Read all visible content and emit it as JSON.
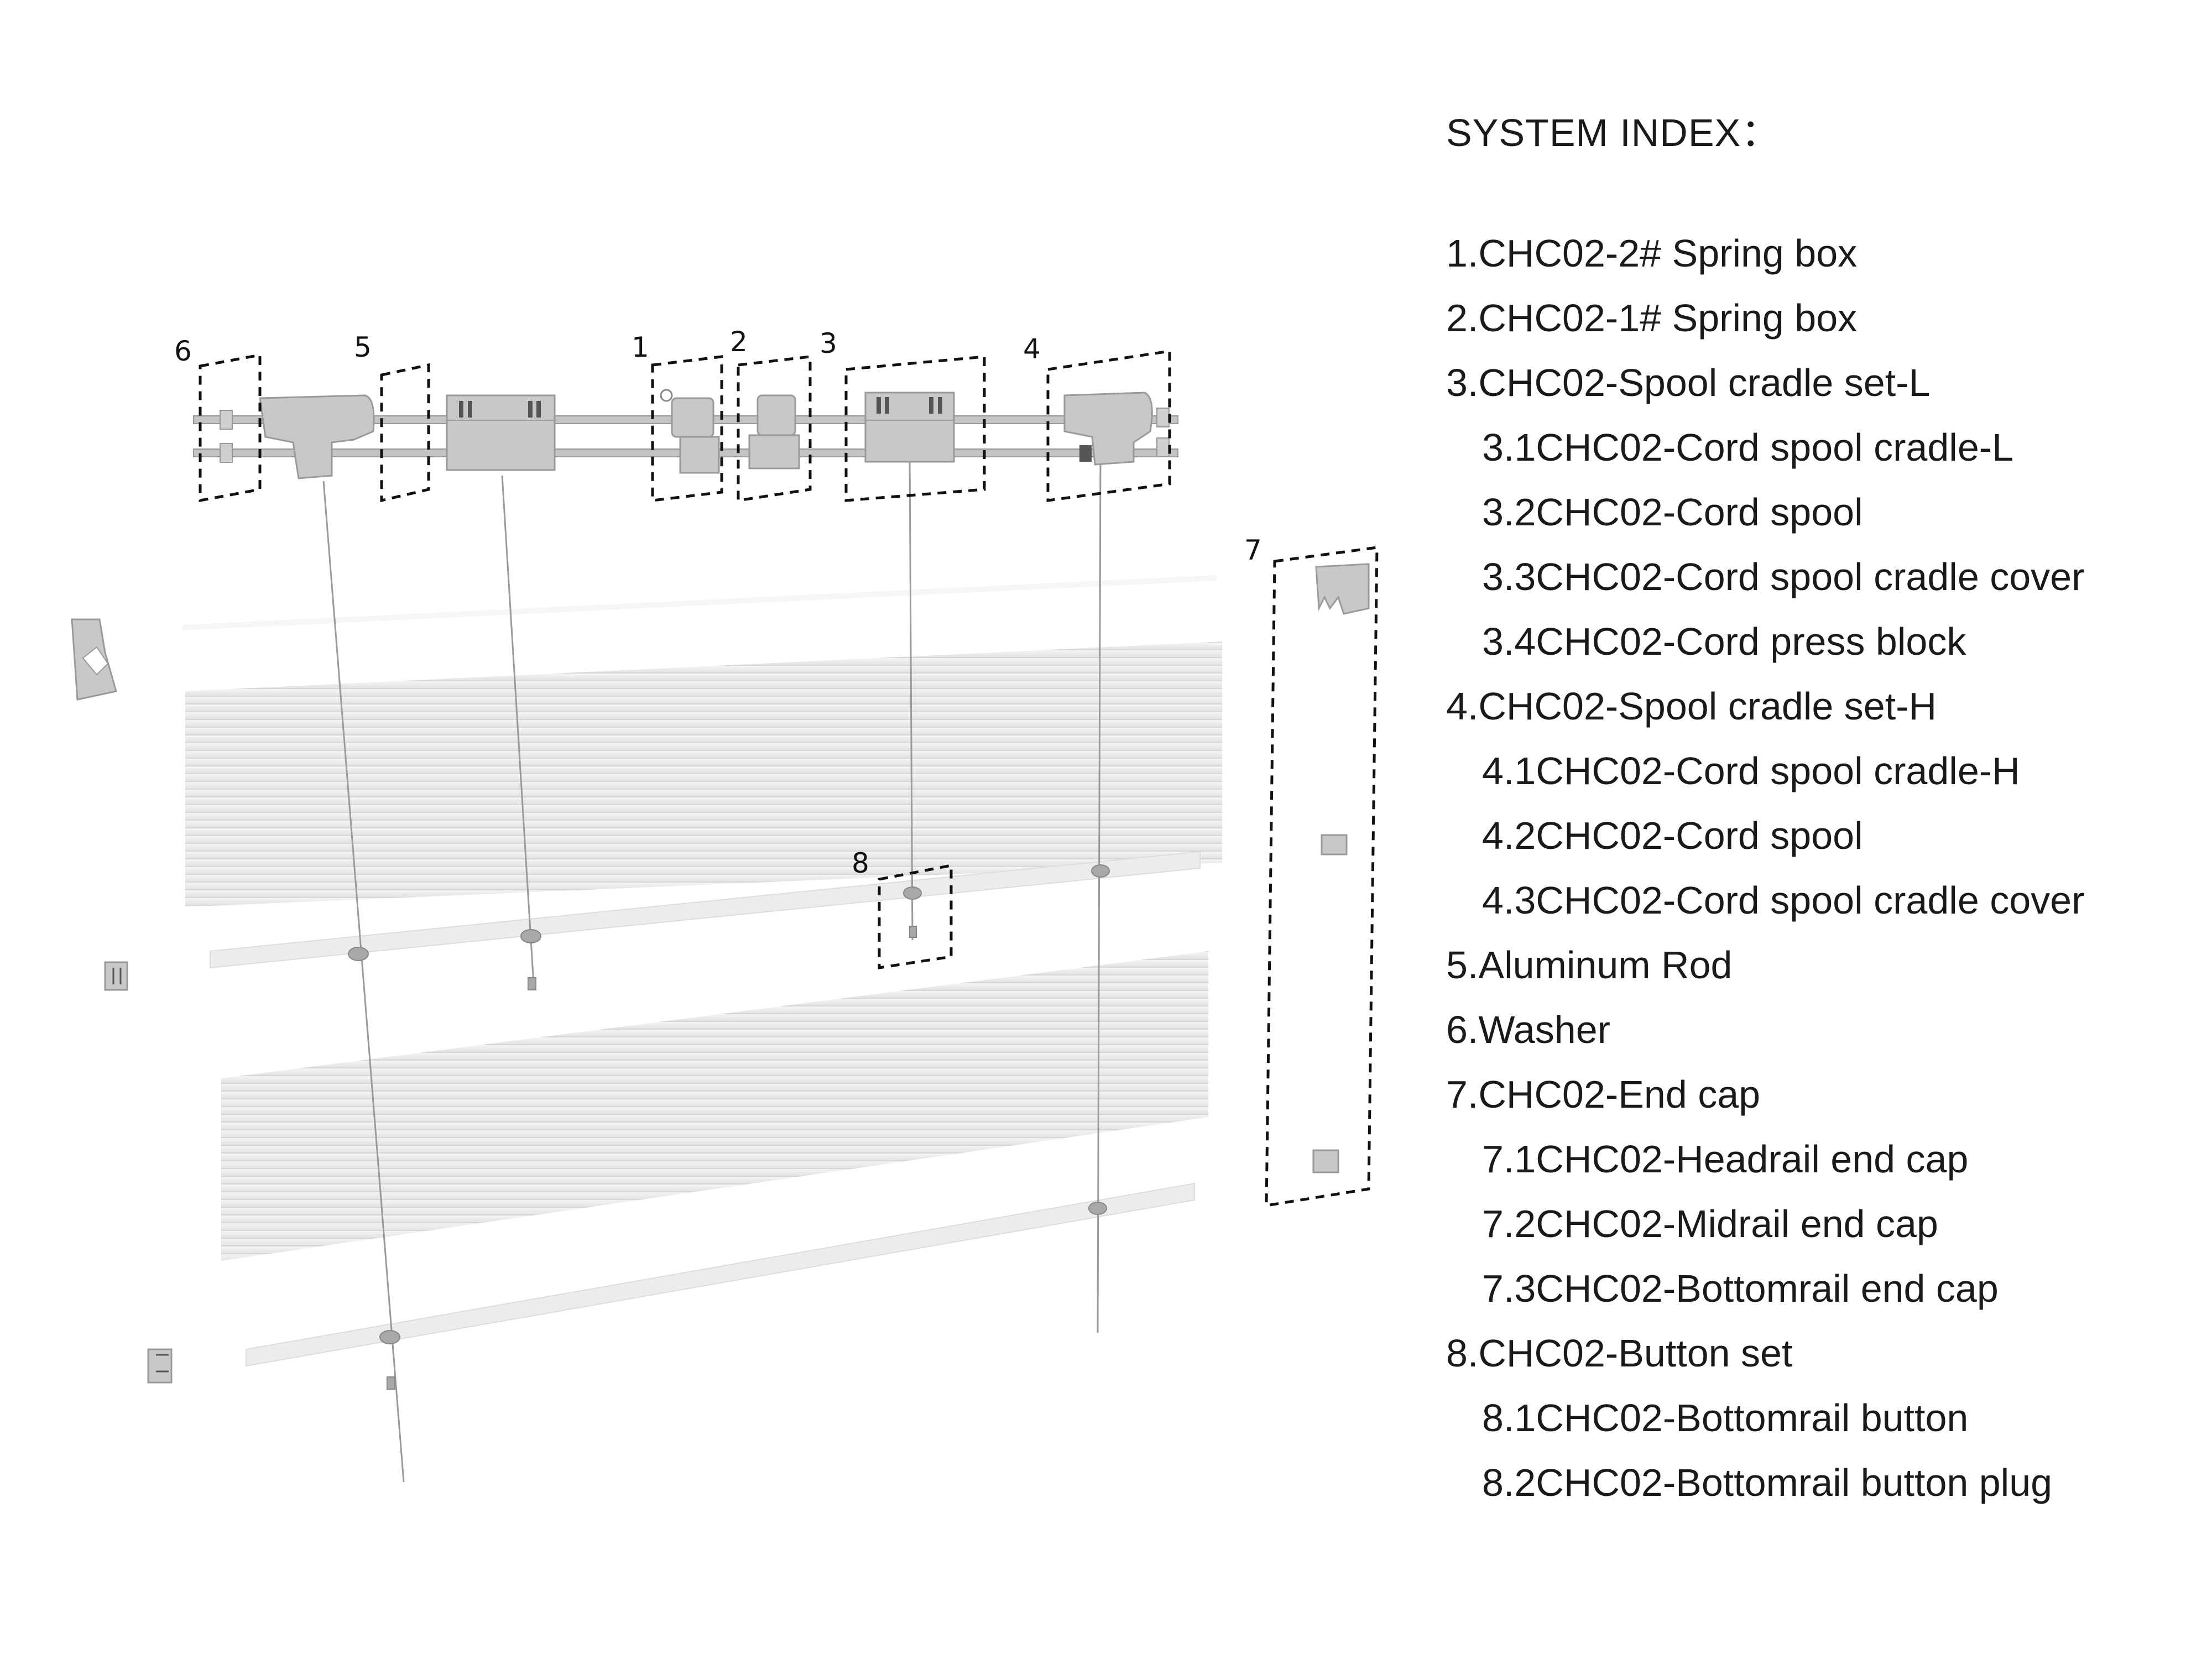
{
  "index": {
    "title": "SYSTEM INDEX：",
    "items": [
      {
        "text": "1.CHC02-2# Spring box",
        "level": 0
      },
      {
        "text": "2.CHC02-1# Spring box",
        "level": 0
      },
      {
        "text": "3.CHC02-Spool cradle set-L",
        "level": 0
      },
      {
        "text": "3.1CHC02-Cord spool cradle-L",
        "level": 1
      },
      {
        "text": "3.2CHC02-Cord spool",
        "level": 1
      },
      {
        "text": "3.3CHC02-Cord spool cradle cover",
        "level": 1
      },
      {
        "text": "3.4CHC02-Cord press block",
        "level": 1
      },
      {
        "text": "4.CHC02-Spool cradle set-H",
        "level": 0
      },
      {
        "text": "4.1CHC02-Cord spool cradle-H",
        "level": 1
      },
      {
        "text": "4.2CHC02-Cord spool",
        "level": 1
      },
      {
        "text": "4.3CHC02-Cord spool cradle cover",
        "level": 1
      },
      {
        "text": "5.Aluminum Rod",
        "level": 0
      },
      {
        "text": "6.Washer",
        "level": 0
      },
      {
        "text": "7.CHC02-End cap",
        "level": 0
      },
      {
        "text": "7.1CHC02-Headrail end cap",
        "level": 1
      },
      {
        "text": "7.2CHC02-Midrail end cap",
        "level": 1
      },
      {
        "text": "7.3CHC02-Bottomrail end cap",
        "level": 1
      },
      {
        "text": "8.CHC02-Button set",
        "level": 0
      },
      {
        "text": "8.1CHC02-Bottomrail button",
        "level": 1
      },
      {
        "text": "8.2CHC02-Bottomrail button plug",
        "level": 1
      }
    ]
  },
  "diagram": {
    "callouts": {
      "c1": "1",
      "c2": "2",
      "c3": "3",
      "c4": "4",
      "c5": "5",
      "c6": "6",
      "c7": "7",
      "c8": "8"
    },
    "colors": {
      "part": "#c8c8c8",
      "part_edge": "#9a9a9a",
      "fabric": "#e4e4e4",
      "rail": "#eeeeee",
      "dash": "#111111",
      "cord": "#9a9a9a"
    }
  }
}
